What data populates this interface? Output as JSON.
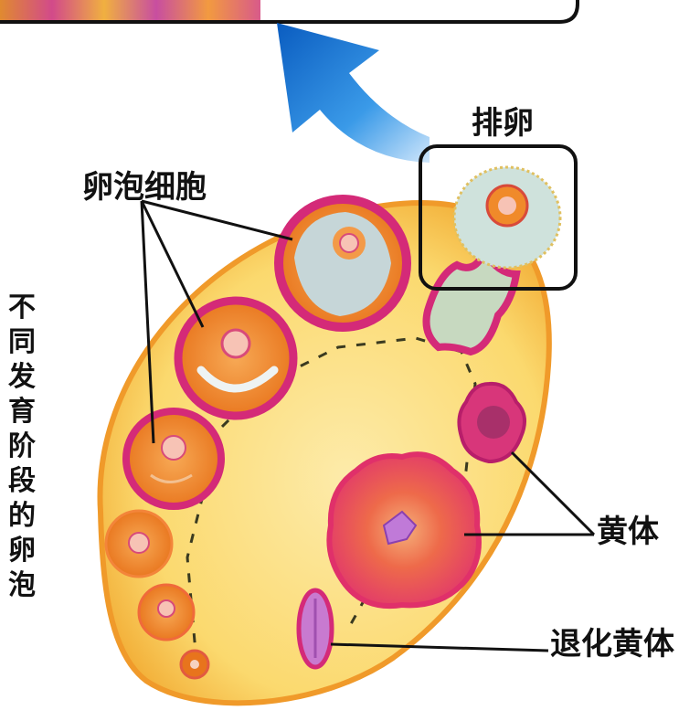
{
  "labels": {
    "ovulation": "排卵",
    "follicle_cells": "卵泡细胞",
    "corpus_luteum": "黄体",
    "corpus_albicans": "退化黄体",
    "follicle_stages": "不同发育阶段的卵泡"
  },
  "colors": {
    "ovary_fill": "#fbe07a",
    "ovary_rim": "#f0a030",
    "follicle_orange": "#f08a2a",
    "follicle_rim": "#d42a78",
    "antrum_gray": "#c6d6d8",
    "corpus_luteum_red": "#e8406a",
    "arrow_blue": "#1f7fd4"
  },
  "icons": {
    "ovulation_arrow": "curved-arrow-up-left-icon",
    "growth_path": "dashed-arrow-path-icon"
  }
}
